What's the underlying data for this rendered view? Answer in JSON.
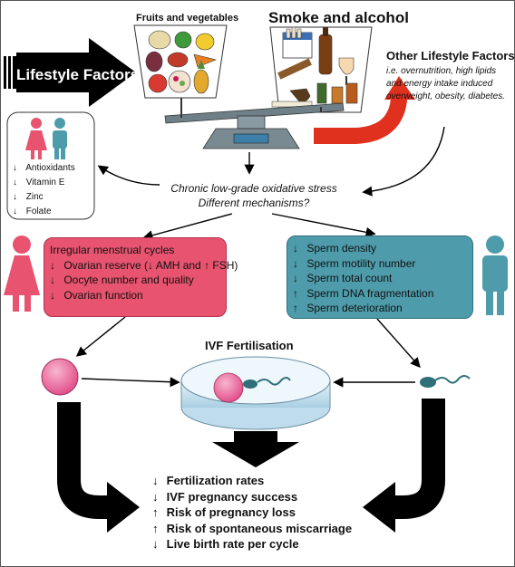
{
  "titles": {
    "fruits": "Fruits and vegetables",
    "smoke": "Smoke and alcohol",
    "lifestyle": "Lifestyle Factors",
    "ivf": "IVF Fertilisation"
  },
  "other_factors": {
    "title": "Other Lifestyle Factors ?",
    "description": "i.e. overnutrition, high lipids and energy intake induced overweight, obesity, diabetes."
  },
  "stress": {
    "line1": "Chronic low-grade oxidative stress",
    "line2": "Different mechanisms?"
  },
  "nutrients": [
    {
      "arrow": "↓",
      "label": "Antioxidants"
    },
    {
      "arrow": "↓",
      "label": "Vitamin E"
    },
    {
      "arrow": "↓",
      "label": "Zinc"
    },
    {
      "arrow": "↓",
      "label": "Folate"
    }
  ],
  "female_effects": [
    {
      "arrow": "",
      "label": "Irregular menstrual cycles"
    },
    {
      "arrow": "↓",
      "label": "Ovarian reserve (↓ AMH and ↑ FSH)"
    },
    {
      "arrow": "↓",
      "label": "Oocyte number and quality"
    },
    {
      "arrow": "↓",
      "label": "Ovarian function"
    }
  ],
  "male_effects": [
    {
      "arrow": "↓",
      "label": "Sperm density"
    },
    {
      "arrow": "↓",
      "label": "Sperm motility number"
    },
    {
      "arrow": "↓",
      "label": "Sperm total count"
    },
    {
      "arrow": "↑",
      "label": "Sperm DNA fragmentation"
    },
    {
      "arrow": "↑",
      "label": "Sperm deterioration"
    }
  ],
  "outcomes": [
    {
      "arrow": "↓",
      "label": "Fertilization rates"
    },
    {
      "arrow": "↓",
      "label": "IVF pregnancy success"
    },
    {
      "arrow": "↑",
      "label": "Risk of pregnancy loss"
    },
    {
      "arrow": "↑",
      "label": "Risk of spontaneous miscarriage"
    },
    {
      "arrow": "↓",
      "label": "Live birth rate per cycle"
    }
  ],
  "colors": {
    "female": "#e8536f",
    "male": "#4e9cab",
    "red_arrow": "#e0301e",
    "black_arrow": "#000000"
  }
}
